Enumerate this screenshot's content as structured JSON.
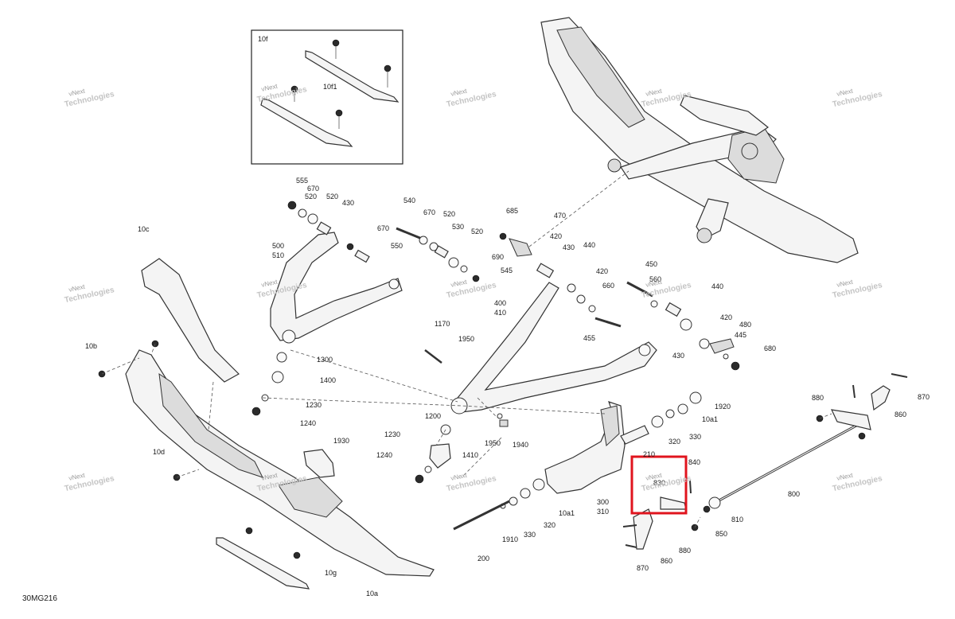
{
  "diagram": {
    "drawing_code": "30MG216",
    "inset_label": "10f",
    "watermark": {
      "line1": "vNext",
      "line2": "Technologies"
    },
    "highlighted_callout": "830",
    "callouts": [
      "10f1",
      "555",
      "670",
      "520",
      "430",
      "540",
      "670",
      "520",
      "530",
      "520",
      "685",
      "470",
      "520",
      "670",
      "550",
      "420",
      "430",
      "440",
      "690",
      "545",
      "500",
      "510",
      "450",
      "560",
      "420",
      "440",
      "660",
      "400",
      "410",
      "420",
      "480",
      "445",
      "1170",
      "1950",
      "455",
      "430",
      "680",
      "10c",
      "10b",
      "1300",
      "1400",
      "1230",
      "1240",
      "1920",
      "10a1",
      "330",
      "880",
      "870",
      "1200",
      "1230",
      "1940",
      "1950",
      "320",
      "860",
      "210",
      "840",
      "1930",
      "10d",
      "1410",
      "1240",
      "830",
      "300",
      "310",
      "800",
      "10a1",
      "320",
      "810",
      "330",
      "1910",
      "850",
      "880",
      "200",
      "870",
      "860",
      "10g",
      "10a"
    ]
  }
}
